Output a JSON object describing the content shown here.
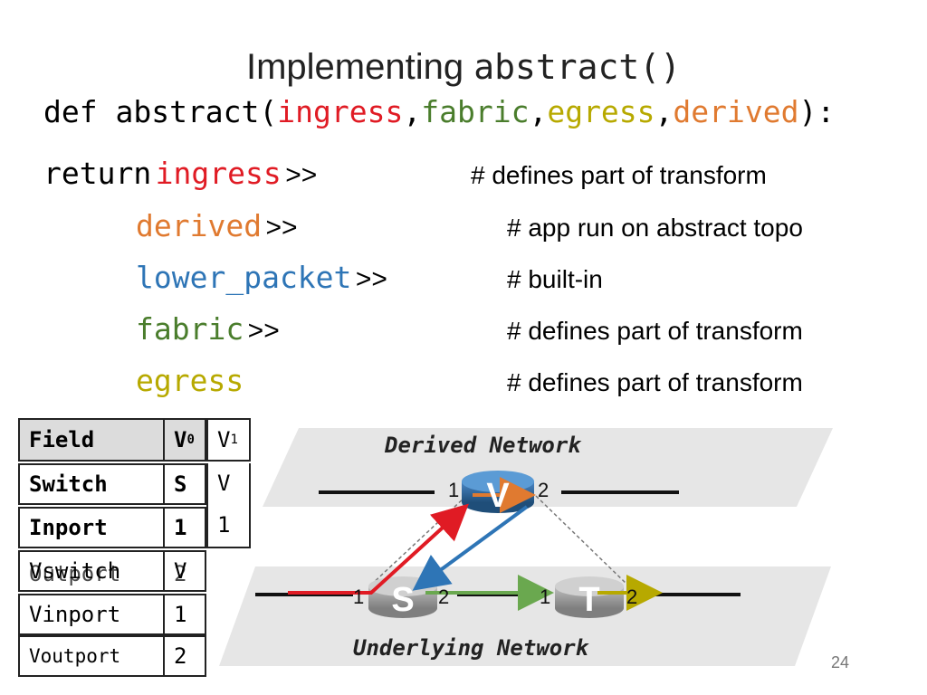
{
  "slide": {
    "title_plain": "Implementing ",
    "title_code": "abstract()",
    "def_prefix": "def abstract(",
    "args": [
      "ingress",
      ",",
      "fabric",
      ",",
      "egress",
      ",",
      "derived",
      "):"
    ],
    "lines": [
      {
        "keyword": "return",
        "code": "ingress",
        "op": ">>",
        "comment": "# defines part of transform"
      },
      {
        "code": "derived",
        "op": ">>",
        "comment": "# app run on abstract topo"
      },
      {
        "code": "lower_packet",
        "op": ">>",
        "comment": "# built-in"
      },
      {
        "code": "fabric",
        "op": ">>",
        "comment": "# defines part of transform"
      },
      {
        "code": "egress",
        "op": "",
        "comment": "# defines part of transform"
      }
    ],
    "page_number": "24"
  },
  "table": {
    "headers": [
      "Field",
      "V0",
      "V1"
    ],
    "header_v0_base": "V",
    "header_v0_sub": "0",
    "header_v1_base": "V",
    "header_v1_sub": "1",
    "rows": [
      {
        "field": "Switch",
        "v0": "S",
        "v1": "V"
      },
      {
        "field": "Inport",
        "v0": "1",
        "v1": "1"
      },
      {
        "field": "Vswitch",
        "v0": "V",
        "v1": ""
      },
      {
        "field": "Vinport",
        "v0": "1",
        "v1": ""
      },
      {
        "field": "Voutport",
        "v0": "2",
        "v1": ""
      }
    ],
    "overlap_fields": [
      "Outport",
      "2"
    ]
  },
  "diagram": {
    "derived_label": "Derived Network",
    "underlying_label": "Underlying Network",
    "nodes": {
      "v": "V",
      "s": "S",
      "t": "T"
    },
    "ports": {
      "v_in": "1",
      "v_out": "2",
      "s_in": "1",
      "s_out": "2",
      "t_in": "1",
      "t_out": "2"
    }
  },
  "colors": {
    "red": "#e01b24",
    "green": "#4a7d2c",
    "olive": "#b7a900",
    "orange": "#e07a30",
    "blue": "#2e75b6"
  }
}
